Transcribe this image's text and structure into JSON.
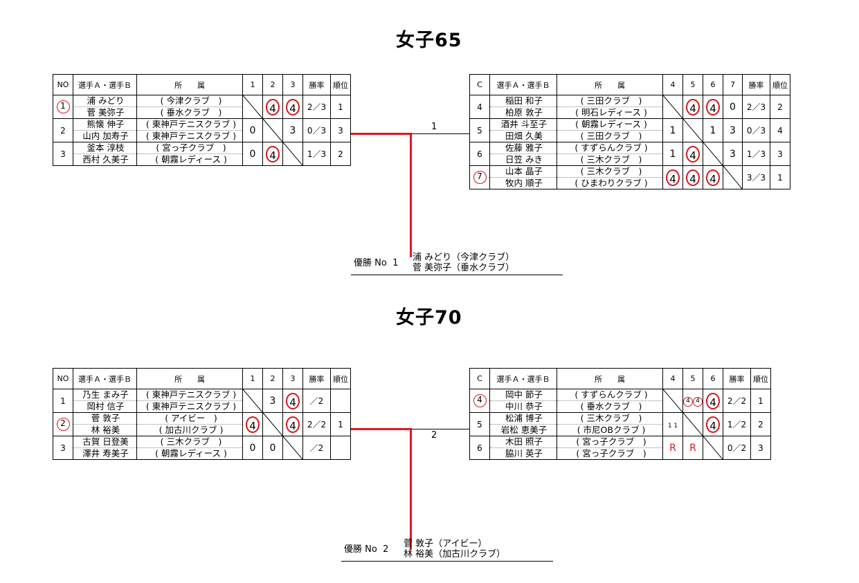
{
  "sections": [
    {
      "title": "女子65",
      "left": {
        "headers": [
          "NO",
          "選手Ａ・選手Ｂ",
          "所　　属",
          "1",
          "2",
          "3",
          "勝率",
          "順位"
        ],
        "rows": [
          {
            "no": "1",
            "no_circled": true,
            "a": "浦 みどり",
            "b": "菅 美弥子",
            "ca": "( 今津クラブ　)",
            "cb": "( 垂水クラブ　)",
            "cells": [
              {
                "t": "diag"
              },
              {
                "t": "circ",
                "v": "4"
              },
              {
                "t": "circ",
                "v": "4"
              }
            ],
            "rate": "2／3",
            "rank": "1"
          },
          {
            "no": "2",
            "a": "熊懐 伸子",
            "b": "山内 加寿子",
            "ca": "( 東神戸テニスクラブ )",
            "cb": "( 東神戸テニスクラブ )",
            "cells": [
              {
                "t": "val",
                "v": "0"
              },
              {
                "t": "diag"
              },
              {
                "t": "val",
                "v": "3"
              }
            ],
            "rate": "0／3",
            "rank": "3"
          },
          {
            "no": "3",
            "a": "釜本 淳枝",
            "b": "西村 久美子",
            "ca": "( 宮っ子クラブ　)",
            "cb": "( 朝霧レディース )",
            "cells": [
              {
                "t": "val",
                "v": "0"
              },
              {
                "t": "circ",
                "v": "4"
              },
              {
                "t": "diag"
              }
            ],
            "rate": "1／3",
            "rank": "2"
          }
        ]
      },
      "right": {
        "headers": [
          "C",
          "選手Ａ・選手Ｂ",
          "所　　属",
          "4",
          "5",
          "6",
          "7",
          "勝率",
          "順位"
        ],
        "rows": [
          {
            "no": "4",
            "a": "稲田 和子",
            "b": "柏原 敦子",
            "ca": "( 三田クラブ　)",
            "cb": "( 明石レディース )",
            "cells": [
              {
                "t": "diag"
              },
              {
                "t": "circ",
                "v": "4"
              },
              {
                "t": "circ",
                "v": "4"
              },
              {
                "t": "val",
                "v": "0"
              }
            ],
            "rate": "2／3",
            "rank": "2"
          },
          {
            "no": "5",
            "a": "酒井 斗至子",
            "b": "田畑 久美",
            "ca": "( 朝霧レディース )",
            "cb": "( 三田クラブ　)",
            "cells": [
              {
                "t": "val",
                "v": "1"
              },
              {
                "t": "diag"
              },
              {
                "t": "val",
                "v": "1"
              },
              {
                "t": "val",
                "v": "3"
              }
            ],
            "rate": "0／3",
            "rank": "4"
          },
          {
            "no": "6",
            "a": "佐藤 雅子",
            "b": "日笠 みき",
            "ca": "( すずらんクラブ )",
            "cb": "( 三木クラブ　)",
            "cells": [
              {
                "t": "val",
                "v": "1"
              },
              {
                "t": "circ",
                "v": "4"
              },
              {
                "t": "diag"
              },
              {
                "t": "val",
                "v": "3"
              }
            ],
            "rate": "1／3",
            "rank": "3"
          },
          {
            "no": "7",
            "no_circled": true,
            "a": "山本 晶子",
            "b": "牧内 順子",
            "ca": "( 三木クラブ　)",
            "cb": "( ひまわりクラブ )",
            "cells": [
              {
                "t": "circ",
                "v": "4"
              },
              {
                "t": "circ",
                "v": "4"
              },
              {
                "t": "circ",
                "v": "4"
              },
              {
                "t": "diag"
              }
            ],
            "rate": "3／3",
            "rank": "1"
          }
        ]
      },
      "match_label": "1",
      "winner": {
        "label": "優勝 No",
        "no": "1",
        "line1": "浦 みどり（今津クラブ）",
        "line2": "菅 美弥子（垂水クラブ）"
      }
    },
    {
      "title": "女子70",
      "left": {
        "headers": [
          "NO",
          "選手Ａ・選手Ｂ",
          "所　　属",
          "1",
          "2",
          "3",
          "勝率",
          "順位"
        ],
        "rows": [
          {
            "no": "1",
            "a": "乃生 まみ子",
            "b": "岡村 信子",
            "ca": "( 東神戸テニスクラブ )",
            "cb": "( 東神戸テニスクラブ )",
            "cells": [
              {
                "t": "diag"
              },
              {
                "t": "val",
                "v": "3"
              },
              {
                "t": "circ",
                "v": "4"
              }
            ],
            "rate": "／2",
            "rank": ""
          },
          {
            "no": "2",
            "no_circled": true,
            "a": "菅 敦子",
            "b": "林 裕美",
            "ca": "( アイビー　)",
            "cb": "( 加古川クラブ )",
            "cells": [
              {
                "t": "circ",
                "v": "4"
              },
              {
                "t": "diag"
              },
              {
                "t": "circ",
                "v": "4"
              }
            ],
            "rate": "2／2",
            "rank": "1"
          },
          {
            "no": "3",
            "a": "古賀 日登美",
            "b": "澤井 寿美子",
            "ca": "( 三木クラブ　)",
            "cb": "( 朝霧レディース )",
            "cells": [
              {
                "t": "val",
                "v": "0"
              },
              {
                "t": "val",
                "v": "0"
              },
              {
                "t": "diag"
              }
            ],
            "rate": "／2",
            "rank": ""
          }
        ]
      },
      "right": {
        "headers": [
          "C",
          "選手Ａ・選手Ｂ",
          "所　　属",
          "4",
          "5",
          "6",
          "勝率",
          "順位"
        ],
        "rows": [
          {
            "no": "4",
            "no_circled": true,
            "a": "岡中 節子",
            "b": "中川 恭子",
            "ca": "( すずらんクラブ )",
            "cb": "( 垂水クラブ　)",
            "cells": [
              {
                "t": "diag"
              },
              {
                "t": "circsm",
                "v": "4",
                "v2": "4"
              },
              {
                "t": "circ",
                "v": "4"
              }
            ],
            "rate": "2／2",
            "rank": "1"
          },
          {
            "no": "5",
            "a": "松浦 博子",
            "b": "岩松 恵美子",
            "ca": "( 三木クラブ　)",
            "cb": "( 市尼OBクラブ )",
            "cells": [
              {
                "t": "small",
                "v": "1 1"
              },
              {
                "t": "diag"
              },
              {
                "t": "circ",
                "v": "4"
              }
            ],
            "rate": "1／2",
            "rank": "2"
          },
          {
            "no": "6",
            "a": "木田 照子",
            "b": "脇川 英子",
            "ca": "( 宮っ子クラブ　)",
            "cb": "( 宮っ子クラブ　)",
            "cells": [
              {
                "t": "red",
                "v": "R"
              },
              {
                "t": "red",
                "v": "R"
              },
              {
                "t": "diag"
              }
            ],
            "rate": "0／2",
            "rank": "3"
          }
        ]
      },
      "match_label": "2",
      "winner": {
        "label": "優勝 No",
        "no": "2",
        "line1": "菅 敦子（アイビー）",
        "line2": "林 裕美（加古川クラブ）"
      }
    }
  ]
}
